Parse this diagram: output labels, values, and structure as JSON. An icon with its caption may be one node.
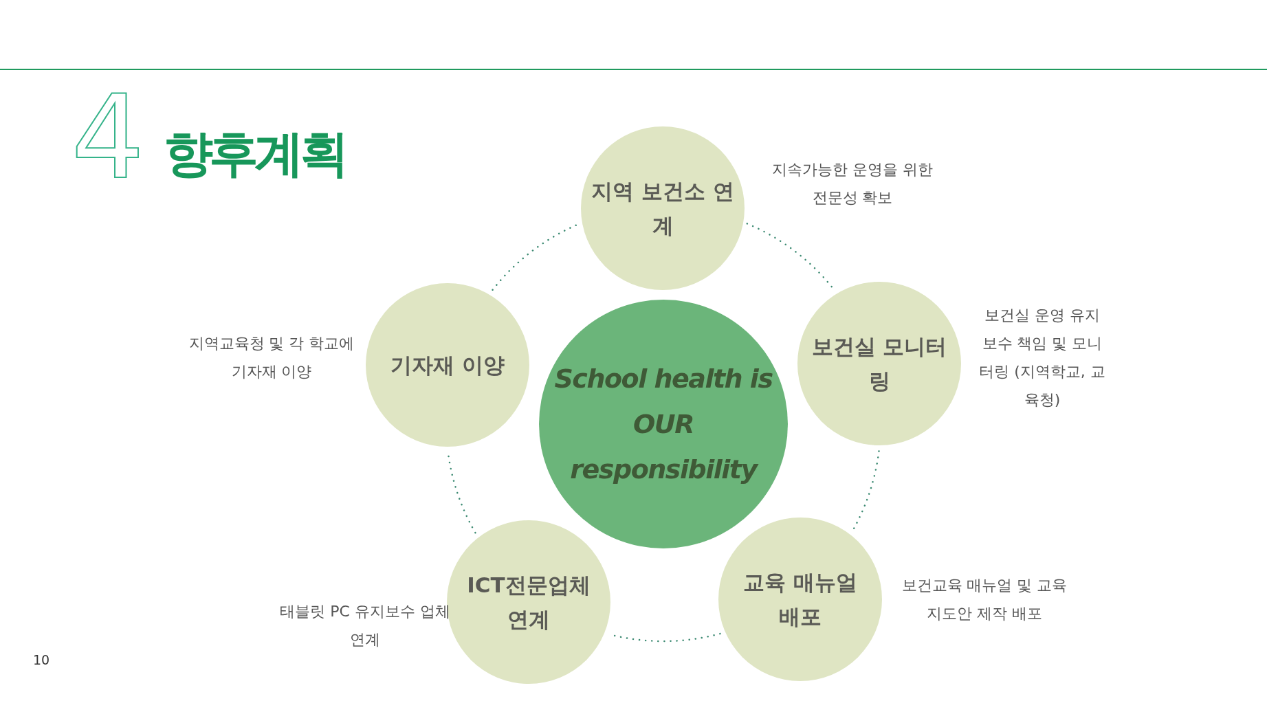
{
  "diagram": {
    "title": "향후계획",
    "nodes": [
      {
        "text": [
          "지역 보건소 연계"
        ],
        "beside": [
          "지속가능한 운영을 위한 전문성 확보"
        ]
      },
      {
        "text": [
          "기자재 이양"
        ],
        "beside": [
          "지역교육청 및 각 학교에 기자재 이양"
        ]
      },
      {
        "text": [
          "School health is OUR responsibility"
        ]
      },
      {
        "text": [
          "보건실 모니터링"
        ],
        "beside": [
          "보건실 운영 유지 보수 책임 및 모니터링 (지역학교, 교육청)"
        ]
      },
      {
        "text": [
          "ICT전문업체 연계"
        ],
        "beside": [
          "태블릿 PC 유지보수 업체 연계"
        ]
      },
      {
        "text": [
          "교육 매뉴얼 배포"
        ],
        "beside": [
          "보건교육 매뉴얼 및 교육 지도안 제작 배포"
        ]
      }
    ],
    "edges": [
      {
        "from": 0,
        "to": 3,
        "arrow": "none",
        "style": "dashed"
      },
      {
        "from": 3,
        "to": 5,
        "arrow": "none",
        "style": "dashed"
      },
      {
        "from": 5,
        "to": 4,
        "arrow": "none",
        "style": "dashed"
      },
      {
        "from": 4,
        "to": 1,
        "arrow": "none",
        "style": "dashed"
      },
      {
        "from": 1,
        "to": 0,
        "arrow": "none",
        "style": "dashed"
      }
    ],
    "labels": [
      "4",
      "10"
    ]
  }
}
